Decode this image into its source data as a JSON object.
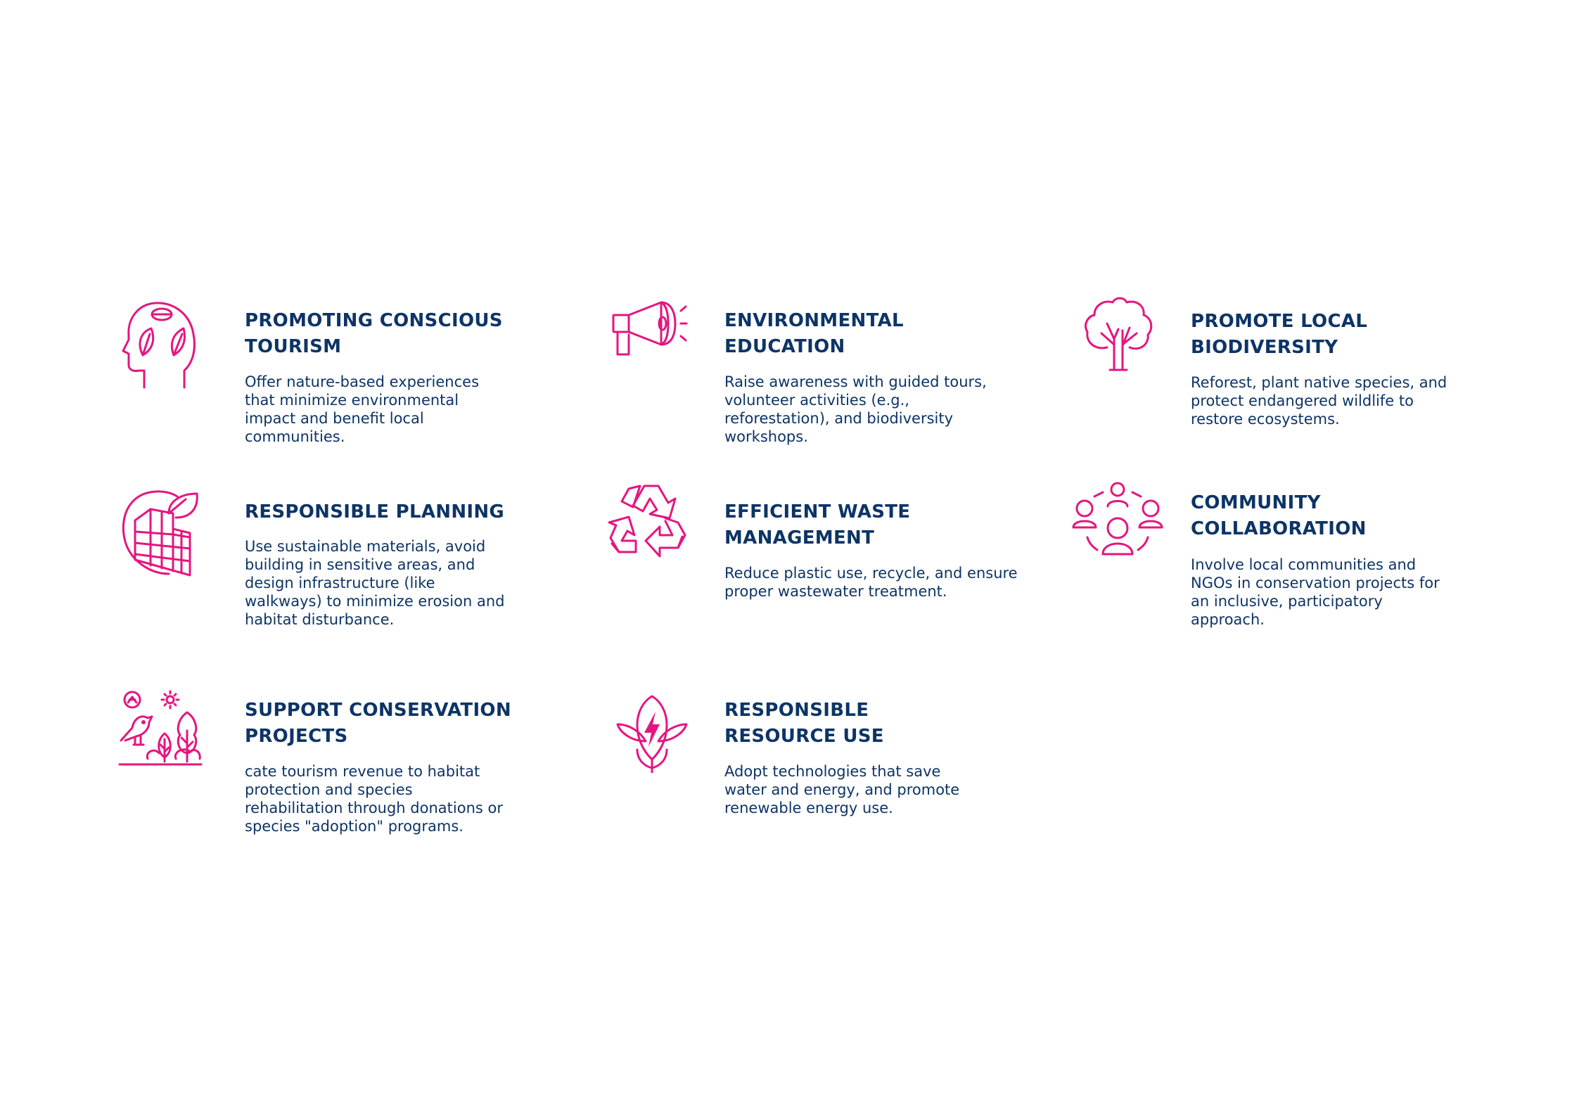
{
  "colors": {
    "accent": "#e5157f",
    "text": "#0d3466",
    "background": "#ffffff"
  },
  "items": [
    {
      "icon": "head-leaves-icon",
      "title": "PROMOTING CONSCIOUS\nTOURISM",
      "description": "Offer nature-based experiences\nthat minimize environmental\nimpact and benefit local\ncommunities."
    },
    {
      "icon": "megaphone-icon",
      "title": "ENVIRONMENTAL\nEDUCATION",
      "description": "Raise awareness with guided tours,\nvolunteer activities (e.g.,\nreforestation), and biodiversity\nworkshops."
    },
    {
      "icon": "tree-icon",
      "title": "PROMOTE LOCAL\nBIODIVERSITY",
      "description": "Reforest, plant native species, and\nprotect endangered wildlife to\nrestore ecosystems."
    },
    {
      "icon": "green-building-icon",
      "title": "RESPONSIBLE PLANNING",
      "description": "Use sustainable materials, avoid\nbuilding in sensitive areas, and\ndesign infrastructure (like\nwalkways) to minimize erosion and\nhabitat disturbance."
    },
    {
      "icon": "recycle-icon",
      "title": "EFFICIENT WASTE\nMANAGEMENT",
      "description": "Reduce plastic use, recycle, and ensure\nproper wastewater treatment."
    },
    {
      "icon": "community-people-icon",
      "title": "COMMUNITY\nCOLLABORATION",
      "description": "Involve local communities and\nNGOs in conservation projects for\nan inclusive, participatory\napproach."
    },
    {
      "icon": "nature-bird-trees-icon",
      "title": "SUPPORT CONSERVATION\nPROJECTS",
      "description": "cate tourism revenue to habitat\nprotection and species\nrehabilitation through donations or\nspecies \"adoption\" programs."
    },
    {
      "icon": "leaf-energy-icon",
      "title": "RESPONSIBLE\nRESOURCE USE",
      "description": "Adopt technologies that save\nwater and energy, and promote\nrenewable energy use."
    }
  ]
}
